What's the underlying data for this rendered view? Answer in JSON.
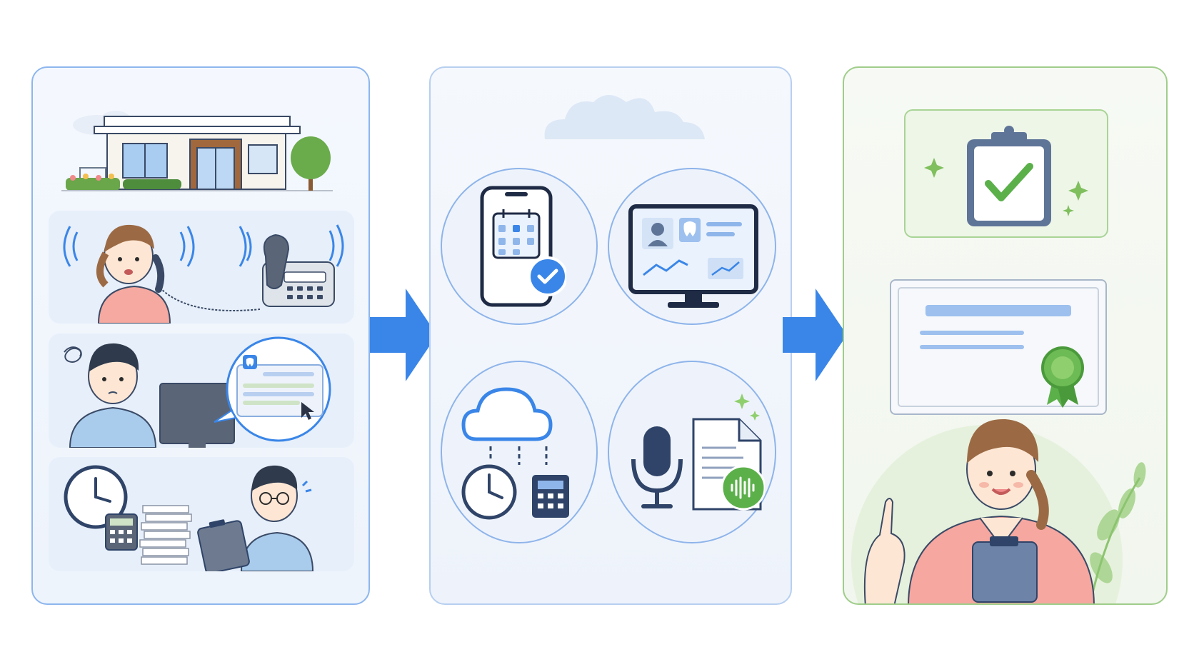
{
  "diagram": {
    "stages": [
      {
        "id": "problems",
        "scenes": [
          "clinic-building",
          "phone-overload",
          "computer-records-confusion",
          "manual-paperwork-accounting"
        ]
      },
      {
        "id": "digital-tools",
        "tools": [
          "online-booking-app",
          "electronic-dental-records",
          "cloud-time-and-accounting",
          "voice-to-document"
        ]
      },
      {
        "id": "result",
        "scenes": [
          "checklist-complete",
          "certificate-award",
          "happy-staff"
        ]
      }
    ],
    "colors": {
      "accent_blue": "#3a86e8",
      "panel_blue_border": "#8db6ee",
      "result_green": "#5bb04a",
      "navy": "#2f4468"
    }
  }
}
